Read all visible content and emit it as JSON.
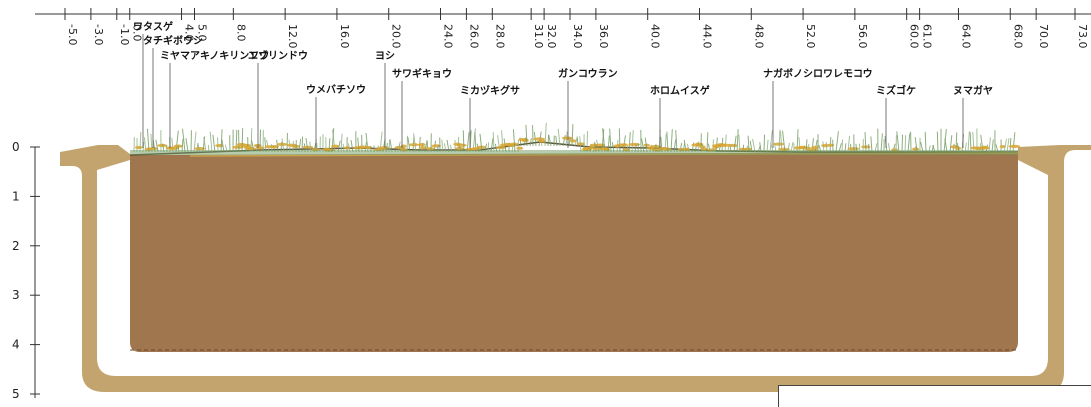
{
  "horizontal_scale": {
    "ticks": [
      "-5.0",
      "-3.0",
      "-1.0",
      "0.0",
      "4.0",
      "5.0",
      "8.0",
      "12.0",
      "16.0",
      "20.0",
      "24.0",
      "26.0",
      "28.0",
      "31.0",
      "32.0",
      "34.0",
      "36.0",
      "40.0",
      "44.0",
      "48.0",
      "52.0",
      "56.0",
      "60.0",
      "61.0",
      "64.0",
      "68.0",
      "70.0",
      "73.0"
    ],
    "min": -5.0,
    "max": 73.0
  },
  "depth_scale": {
    "ticks": [
      "0",
      "1",
      "2",
      "3",
      "4",
      "5"
    ],
    "min": 0,
    "max": 5
  },
  "plant_labels": [
    {
      "text": "ワタスゲ",
      "at": 2.2
    },
    {
      "text": "タチギボウシ",
      "at": 3.2
    },
    {
      "text": "ミヤマアキノキリンソウ",
      "at": 6.0
    },
    {
      "text": "エゾリンドウ",
      "at": 11.5
    },
    {
      "text": "ヨシ",
      "at": 19.0
    },
    {
      "text": "ウメバチソウ",
      "at": 16.0
    },
    {
      "text": "サワギキョウ",
      "at": 21.5
    },
    {
      "text": "ミカヅキグサ",
      "at": 27.5
    },
    {
      "text": "ガンコウラン",
      "at": 34.5
    },
    {
      "text": "ホロムイスゲ",
      "at": 42.5
    },
    {
      "text": "ナガボノシロワレモコウ",
      "at": 52.0
    },
    {
      "text": "ミズゴケ",
      "at": 59.5
    },
    {
      "text": "ヌマガヤ",
      "at": 65.5
    }
  ],
  "colors": {
    "outer_basin": "#c3a46e",
    "soil": "#a0764f",
    "vegetation_green": "#6f9a5e",
    "vegetation_yellow": "#d9a42f",
    "axis": "#333333"
  }
}
